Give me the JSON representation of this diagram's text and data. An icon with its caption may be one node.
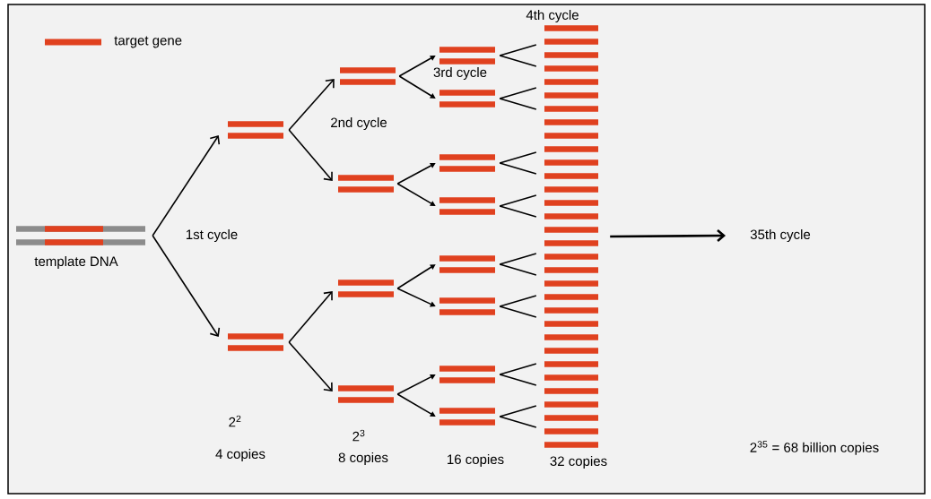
{
  "diagram": {
    "nodes": [
      {
        "text": [],
        "shape": "bar",
        "beside": [
          "template DNA"
        ]
      },
      {
        "text": [],
        "shape": "bar"
      },
      {
        "text": [],
        "shape": "bar"
      },
      {
        "text": [],
        "shape": "bar"
      },
      {
        "text": [],
        "shape": "bar"
      },
      {
        "text": [],
        "shape": "bar"
      },
      {
        "text": [],
        "shape": "bar"
      },
      {
        "text": [],
        "shape": "bar"
      },
      {
        "text": [],
        "shape": "bar"
      },
      {
        "text": [],
        "shape": "bar"
      },
      {
        "text": [],
        "shape": "bar"
      },
      {
        "text": [],
        "shape": "bar"
      },
      {
        "text": [],
        "shape": "bar"
      },
      {
        "text": [],
        "shape": "bar"
      },
      {
        "text": [],
        "shape": "bar"
      },
      {
        "text": [],
        "shape": "bar"
      },
      {
        "text": [
          "35th cycle"
        ]
      }
    ],
    "edges": [
      {
        "from": 0,
        "to": 1,
        "arrow": "to"
      },
      {
        "from": 0,
        "to": 2,
        "arrow": "to"
      },
      {
        "from": 1,
        "to": 3,
        "arrow": "to"
      },
      {
        "from": 1,
        "to": 4,
        "arrow": "to"
      },
      {
        "from": 2,
        "to": 5,
        "arrow": "to"
      },
      {
        "from": 2,
        "to": 6,
        "arrow": "to"
      },
      {
        "from": 3,
        "to": 7,
        "arrow": "to"
      },
      {
        "from": 3,
        "to": 8,
        "arrow": "to"
      },
      {
        "from": 4,
        "to": 9,
        "arrow": "to"
      },
      {
        "from": 4,
        "to": 10,
        "arrow": "to"
      },
      {
        "from": 5,
        "to": 11,
        "arrow": "to"
      },
      {
        "from": 5,
        "to": 12,
        "arrow": "to"
      },
      {
        "from": 6,
        "to": 13,
        "arrow": "to"
      },
      {
        "from": 6,
        "to": 14,
        "arrow": "to"
      },
      {
        "from": 7,
        "to": 15,
        "arrow": "none"
      },
      {
        "from": 7,
        "to": 15,
        "arrow": "none"
      },
      {
        "from": 8,
        "to": 15,
        "arrow": "none"
      },
      {
        "from": 8,
        "to": 15,
        "arrow": "none"
      },
      {
        "from": 9,
        "to": 15,
        "arrow": "none"
      },
      {
        "from": 9,
        "to": 15,
        "arrow": "none"
      },
      {
        "from": 10,
        "to": 15,
        "arrow": "none"
      },
      {
        "from": 10,
        "to": 15,
        "arrow": "none"
      },
      {
        "from": 11,
        "to": 15,
        "arrow": "none"
      },
      {
        "from": 11,
        "to": 15,
        "arrow": "none"
      },
      {
        "from": 12,
        "to": 15,
        "arrow": "none"
      },
      {
        "from": 12,
        "to": 15,
        "arrow": "none"
      },
      {
        "from": 13,
        "to": 15,
        "arrow": "none"
      },
      {
        "from": 13,
        "to": 15,
        "arrow": "none"
      },
      {
        "from": 14,
        "to": 15,
        "arrow": "none"
      },
      {
        "from": 14,
        "to": 15,
        "arrow": "none"
      },
      {
        "from": 15,
        "to": 16,
        "arrow": "to"
      }
    ],
    "labels": [
      "4th cycle",
      "3rd cycle",
      "2nd cycle",
      "1st cycle",
      "2$^{2}$",
      "4 copies",
      "2$^{3}$",
      "8 copies",
      "16 copies",
      "32 copies",
      "2$^{35}$ = 68 billion copies"
    ],
    "legend": [
      {
        "text": "target gene",
        "color": "#e0411f"
      }
    ]
  }
}
